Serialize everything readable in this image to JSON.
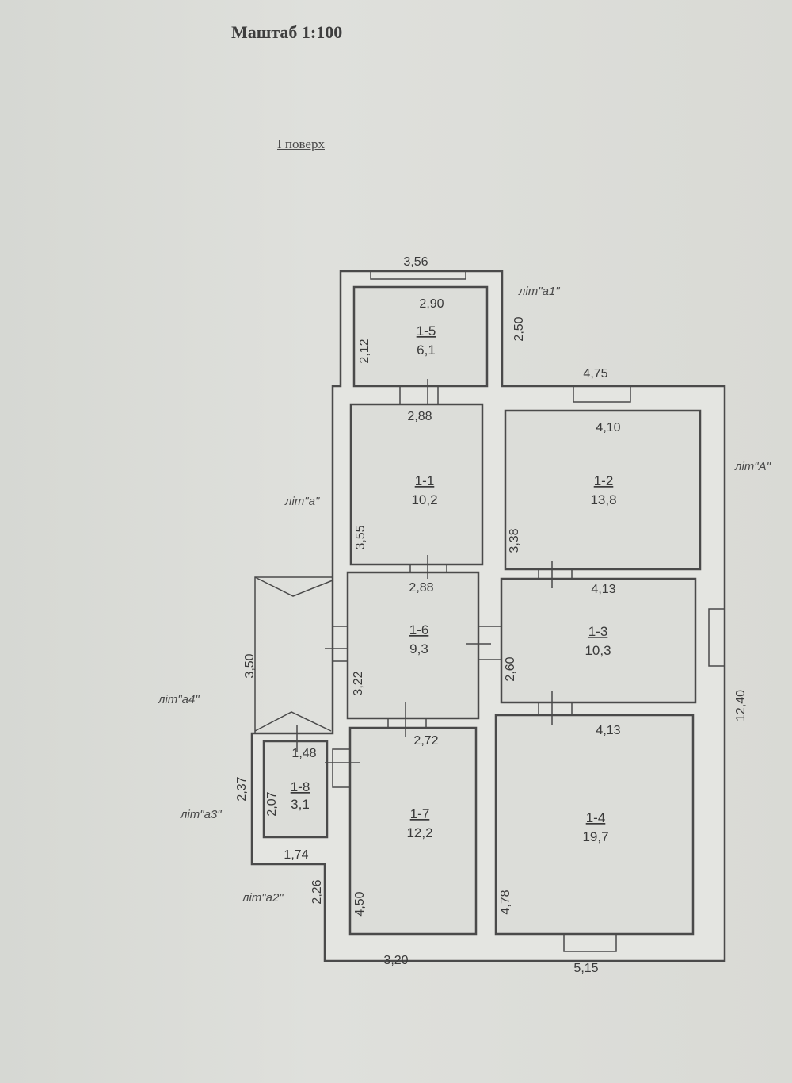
{
  "header": {
    "scale": "Маштаб  1:100",
    "floor": "I поверх"
  },
  "rooms": [
    {
      "id": "1-5",
      "area": "6,1"
    },
    {
      "id": "1-1",
      "area": "10,2"
    },
    {
      "id": "1-2",
      "area": "13,8"
    },
    {
      "id": "1-6",
      "area": "9,3"
    },
    {
      "id": "1-3",
      "area": "10,3"
    },
    {
      "id": "1-7",
      "area": "12,2"
    },
    {
      "id": "1-4",
      "area": "19,7"
    },
    {
      "id": "1-8",
      "area": "3,1"
    }
  ],
  "literals": {
    "a1": "літ\"а1\"",
    "A": "літ\"А\"",
    "a": "літ\"а\"",
    "a4": "літ\"а4\"",
    "a3": "літ\"а3\"",
    "a2": "літ\"а2\""
  },
  "dimensions": {
    "d356": "3,56",
    "d290": "2,90",
    "d250": "2,50",
    "d212": "2,12",
    "d475": "4,75",
    "d288a": "2,88",
    "d410": "4,10",
    "d355": "3,55",
    "d338": "3,38",
    "d288b": "2,88",
    "d413a": "4,13",
    "d350": "3,50",
    "d322": "3,22",
    "d260": "2,60",
    "d272": "2,72",
    "d413b": "4,13",
    "d1240": "12,40",
    "d148": "1,48",
    "d237": "2,37",
    "d207": "2,07",
    "d174": "1,74",
    "d226": "2,26",
    "d450": "4,50",
    "d478": "4,78",
    "d320": "3,20",
    "d515": "5,15"
  }
}
